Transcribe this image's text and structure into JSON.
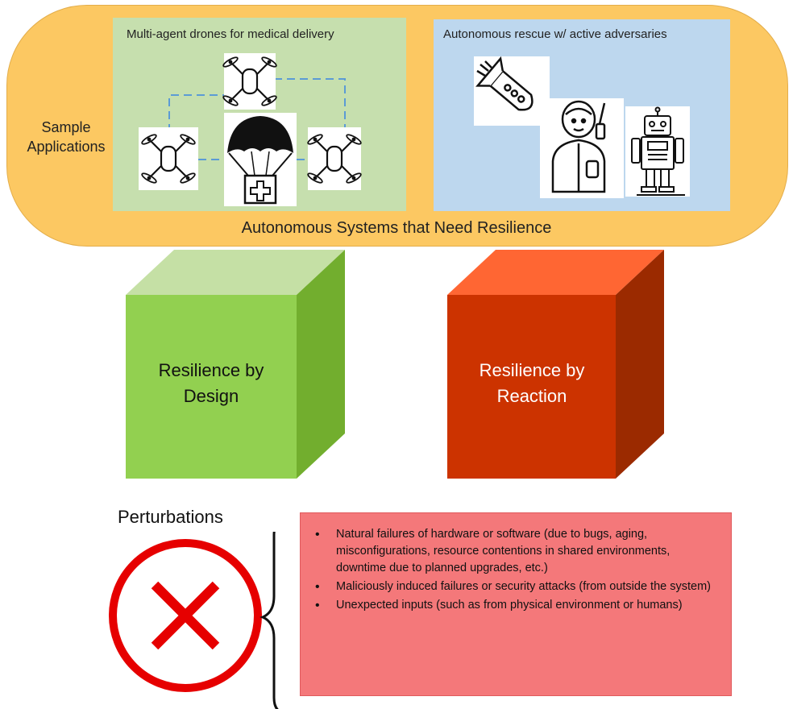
{
  "applications": {
    "side_label_line1": "Sample",
    "side_label_line2": "Applications",
    "drones_panel_title": "Multi-agent drones for medical delivery",
    "rescue_panel_title": "Autonomous rescue w/ active adversaries",
    "caption": "Autonomous Systems that Need Resilience"
  },
  "cubes": {
    "design_line1": "Resilience by",
    "design_line2": "Design",
    "reaction_line1": "Resilience by",
    "reaction_line2": "Reaction"
  },
  "perturbations": {
    "title": "Perturbations",
    "items": [
      "Natural failures of hardware or software (due to bugs, aging,  misconfigurations, resource contentions in shared environments, downtime due to planned upgrades, etc.)",
      "Maliciously induced failures or security attacks (from outside the system)",
      "Unexpected inputs (such as from physical environment or humans)"
    ]
  },
  "colors": {
    "banner": "#fcc862",
    "drones_panel": "#c6dfae",
    "rescue_panel": "#bdd7ee",
    "design_cube": "#92d050",
    "reaction_cube": "#cc3300",
    "failure_box": "#f4787a",
    "error_symbol": "#e60000"
  },
  "icons": [
    "drone-icon",
    "parachute-medical-package-icon",
    "missile-icon",
    "rescue-worker-icon",
    "robot-icon",
    "error-x-icon"
  ]
}
